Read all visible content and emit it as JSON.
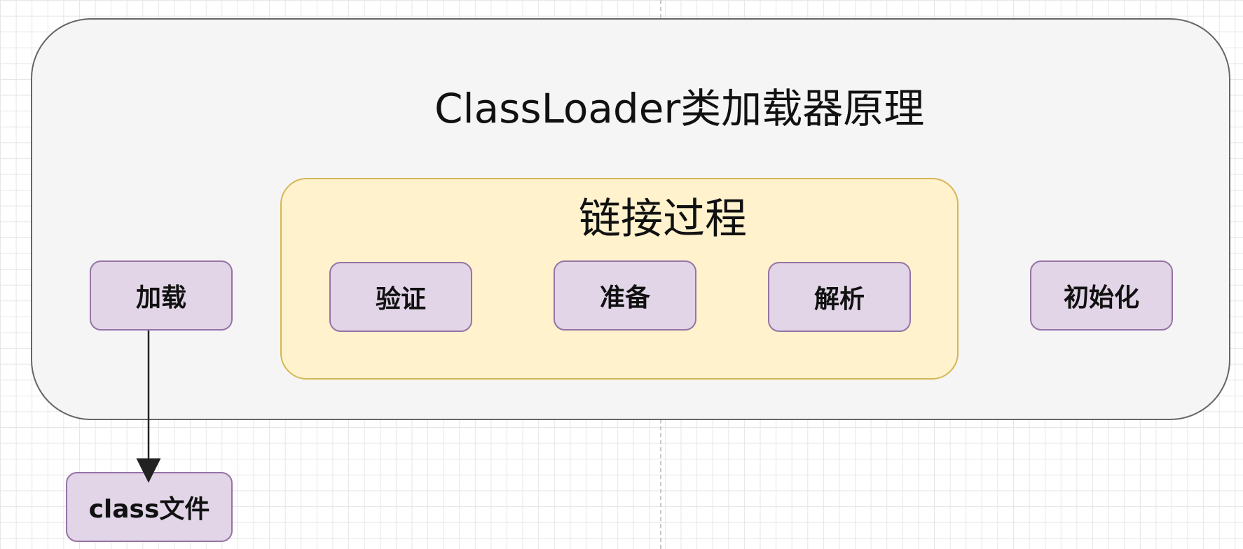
{
  "diagram": {
    "outer_title": "ClassLoader类加载器原理",
    "linking_title": "链接过程",
    "nodes": {
      "load": "加载",
      "verify": "验证",
      "prepare": "准备",
      "resolve": "解析",
      "init": "初始化",
      "class_file": "class文件"
    },
    "edges": [
      {
        "from": "load",
        "to": "class_file",
        "label": ""
      }
    ]
  },
  "colors": {
    "outer_fill": "#f5f5f5",
    "outer_stroke": "#666666",
    "linking_fill": "#fff2cc",
    "linking_stroke": "#d6b656",
    "node_fill": "#e1d5e7",
    "node_stroke": "#9673a6",
    "arrow": "#222222"
  }
}
